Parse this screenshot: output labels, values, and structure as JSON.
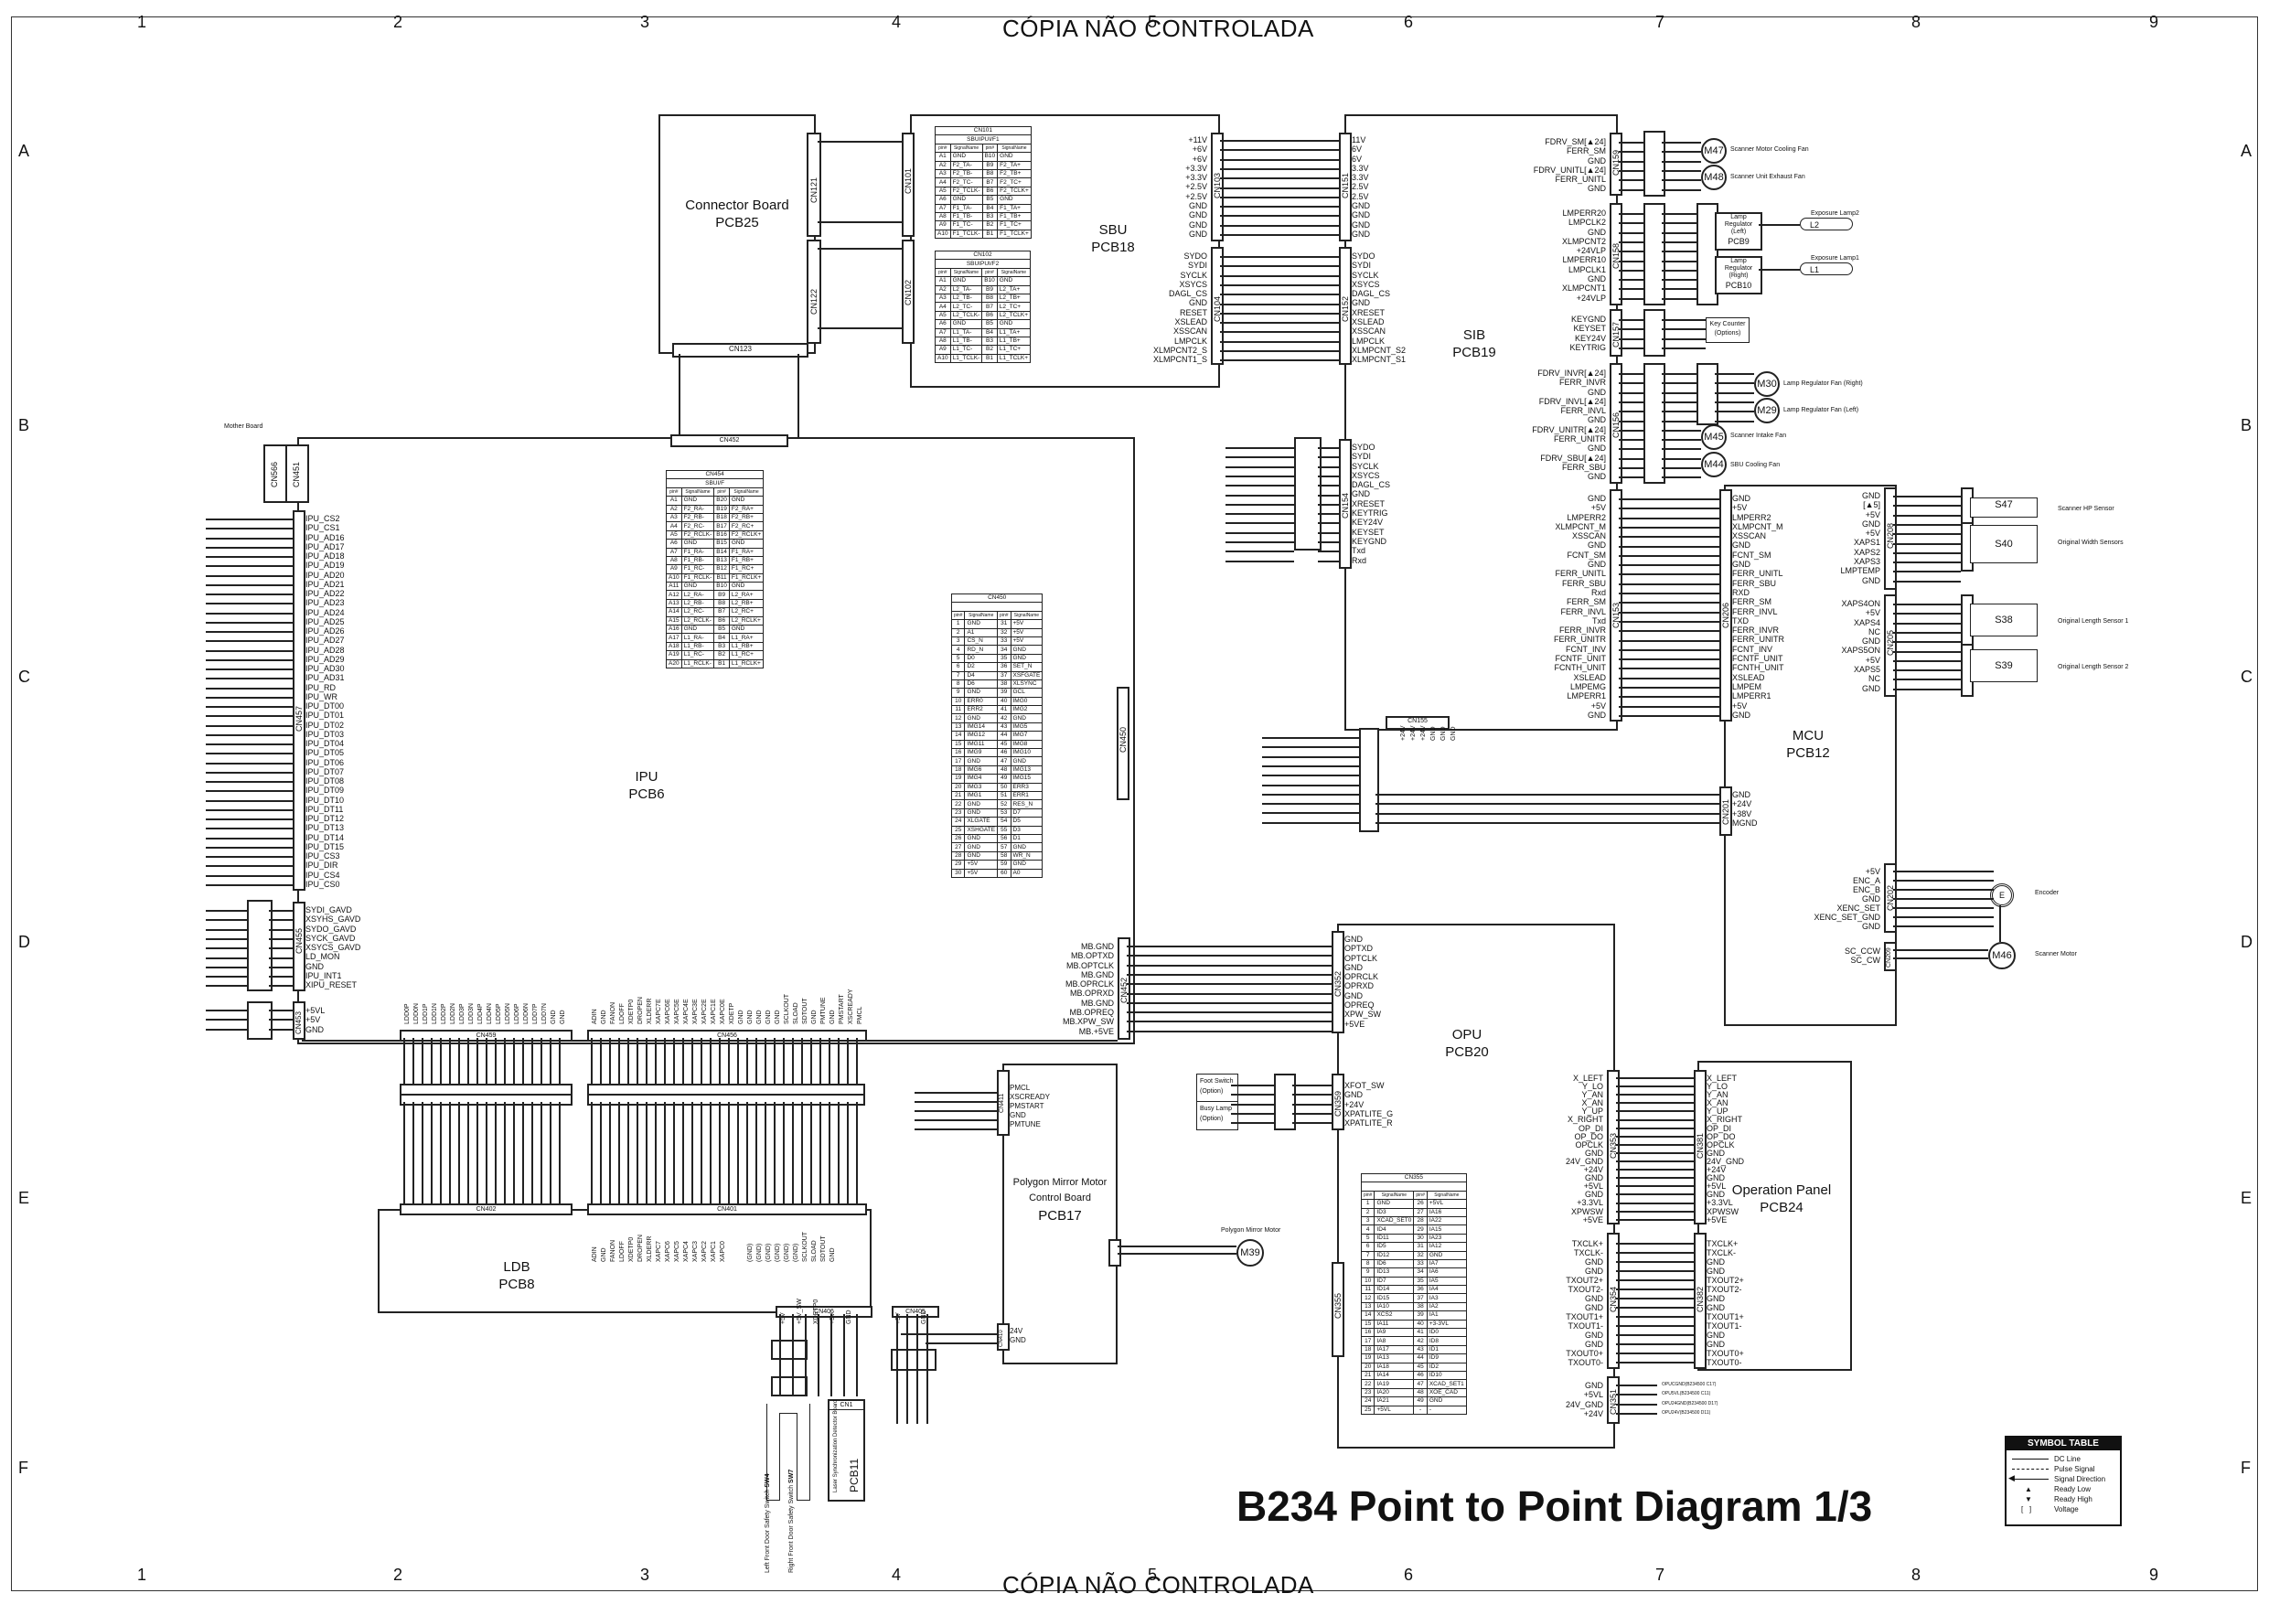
{
  "header": {
    "top_label": "CÓPIA NÃO CONTROLADA",
    "bottom_label": "CÓPIA NÃO CONTROLADA"
  },
  "grid": {
    "columns": [
      "1",
      "2",
      "3",
      "4",
      "5",
      "6",
      "7",
      "8",
      "9"
    ],
    "rows": [
      "A",
      "B",
      "C",
      "D",
      "E",
      "F"
    ]
  },
  "title": "B234 Point to Point Diagram 1/3",
  "boards": {
    "pcb25": {
      "name": "Connector Board",
      "id": "PCB25"
    },
    "pcb18": {
      "name": "SBU",
      "id": "PCB18"
    },
    "pcb19": {
      "name": "SIB",
      "id": "PCB19"
    },
    "pcb12": {
      "name": "MCU",
      "id": "PCB12"
    },
    "pcb6": {
      "name": "IPU",
      "id": "PCB6"
    },
    "pcb20": {
      "name": "OPU",
      "id": "PCB20"
    },
    "pcb24": {
      "name": "Operation Panel",
      "id": "PCB24"
    },
    "pcb17": {
      "name": "Polygon Mirror Motor Control Board",
      "id": "PCB17"
    },
    "pcb8": {
      "name": "LDB",
      "id": "PCB8"
    },
    "pcb9": {
      "name": "Lamp Regulator (Left)",
      "id": "PCB9"
    },
    "pcb10": {
      "name": "Lamp Regulator (Right)",
      "id": "PCB10"
    },
    "pcb11": {
      "name": "Laser Synchronization Detector Board",
      "id": "PCB11"
    },
    "mother": {
      "name": "Mother Board"
    }
  },
  "connectors": {
    "cn121": "CN121",
    "cn122": "CN122",
    "cn123": "CN123",
    "cn101": "CN101",
    "cn102": "CN102",
    "cn103": "CN103",
    "cn104": "CN104",
    "cn151": "CN151",
    "cn152": "CN152",
    "cn159": "CN159",
    "cn158": "CN158",
    "cn157": "CN157",
    "cn156": "CN156",
    "cn153": "CN153",
    "cn154": "CN154",
    "cn155": "CN155",
    "cn206": "CN206",
    "cn208": "CN208",
    "cn205": "CN205",
    "cn202": "CN202",
    "cn209": "CN209",
    "cn201": "CN201",
    "cn452": "CN452",
    "cn566": "CN566",
    "cn451": "CN451",
    "cn457": "CN457",
    "cn455": "CN455",
    "cn453": "CN453",
    "cn454": "CN454",
    "cn450": "CN450",
    "cn459": "CN459",
    "cn456": "CN456",
    "cn402": "CN402",
    "cn401": "CN401",
    "cn411": "CN411",
    "cn406": "CN406",
    "cn405": "CN405",
    "cn410": "CN410",
    "cn1": "CN1",
    "cn352": "CN352",
    "cn359": "CN359",
    "cn353": "CN353",
    "cn354": "CN354",
    "cn351": "CN351",
    "cn381": "CN381",
    "cn382": "CN382",
    "cn355": "CN355",
    "cn455b": "CN455"
  },
  "cn101_table": {
    "title": "CN101",
    "subtitle": "SBUIPUI/F1",
    "headers": [
      "pin#",
      "SignalName",
      "pin#",
      "SignalName"
    ],
    "rows": [
      [
        "A1",
        "GND",
        "B10",
        "GND"
      ],
      [
        "A2",
        "F2_TA-",
        "B9",
        "F2_TA+"
      ],
      [
        "A3",
        "F2_TB-",
        "B8",
        "F2_TB+"
      ],
      [
        "A4",
        "F2_TC-",
        "B7",
        "F2_TC+"
      ],
      [
        "A5",
        "F2_TCLK-",
        "B6",
        "F2_TCLK+"
      ],
      [
        "A6",
        "GND",
        "B5",
        "GND"
      ],
      [
        "A7",
        "F1_TA-",
        "B4",
        "F1_TA+"
      ],
      [
        "A8",
        "F1_TB-",
        "B3",
        "F1_TB+"
      ],
      [
        "A9",
        "F1_TC-",
        "B2",
        "F1_TC+"
      ],
      [
        "A10",
        "F1_TCLK-",
        "B1",
        "F1_TCLK+"
      ]
    ]
  },
  "cn102_table": {
    "title": "CN102",
    "subtitle": "SBUIPUI/F2",
    "headers": [
      "pin#",
      "SignalName",
      "pin#",
      "SignalName"
    ],
    "rows": [
      [
        "A1",
        "GND",
        "B10",
        "GND"
      ],
      [
        "A2",
        "L2_TA-",
        "B9",
        "L2_TA+"
      ],
      [
        "A3",
        "L2_TB-",
        "B8",
        "L2_TB+"
      ],
      [
        "A4",
        "L2_TC-",
        "B7",
        "L2_TC+"
      ],
      [
        "A5",
        "L2_TCLK-",
        "B6",
        "L2_TCLK+"
      ],
      [
        "A6",
        "GND",
        "B5",
        "GND"
      ],
      [
        "A7",
        "L1_TA-",
        "B4",
        "L1_TA+"
      ],
      [
        "A8",
        "L1_TB-",
        "B3",
        "L1_TB+"
      ],
      [
        "A9",
        "L1_TC-",
        "B2",
        "L1_TC+"
      ],
      [
        "A10",
        "L1_TCLK-",
        "B1",
        "L1_TCLK+"
      ]
    ]
  },
  "cn454_table": {
    "title": "CN454",
    "subtitle": "SBUI/F",
    "headers": [
      "pin#",
      "SignalName",
      "pin#",
      "SignalName"
    ],
    "rows": [
      [
        "A1",
        "GND",
        "B20",
        "GND"
      ],
      [
        "A2",
        "F2_RA-",
        "B19",
        "F2_RA+"
      ],
      [
        "A3",
        "F2_RB-",
        "B18",
        "F2_RB+"
      ],
      [
        "A4",
        "F2_RC-",
        "B17",
        "F2_RC+"
      ],
      [
        "A5",
        "F2_RCLK-",
        "B16",
        "F2_RCLK+"
      ],
      [
        "A6",
        "GND",
        "B15",
        "GND"
      ],
      [
        "A7",
        "F1_RA-",
        "B14",
        "F1_RA+"
      ],
      [
        "A8",
        "F1_RB-",
        "B13",
        "F1_RB+"
      ],
      [
        "A9",
        "F1_RC-",
        "B12",
        "F1_RC+"
      ],
      [
        "A10",
        "F1_RCLK-",
        "B11",
        "F1_RCLK+"
      ],
      [
        "A11",
        "GND",
        "B10",
        "GND"
      ],
      [
        "A12",
        "L2_RA-",
        "B9",
        "L2_RA+"
      ],
      [
        "A13",
        "L2_RB-",
        "B8",
        "L2_RB+"
      ],
      [
        "A14",
        "L2_RC-",
        "B7",
        "L2_RC+"
      ],
      [
        "A15",
        "L2_RCLK-",
        "B6",
        "L2_RCLK+"
      ],
      [
        "A16",
        "GND",
        "B5",
        "GND"
      ],
      [
        "A17",
        "L1_RA-",
        "B4",
        "L1_RA+"
      ],
      [
        "A18",
        "L1_RB-",
        "B3",
        "L1_RB+"
      ],
      [
        "A19",
        "L1_RC-",
        "B2",
        "L1_RC+"
      ],
      [
        "A20",
        "L1_RCLK-",
        "B1",
        "L1_RCLK+"
      ]
    ]
  },
  "cn450_table": {
    "title": "CN450",
    "headers": [
      "pin#",
      "SignalName",
      "pin#",
      "SignalName"
    ],
    "rows": [
      [
        "1",
        "GND",
        "31",
        "+5V"
      ],
      [
        "2",
        "A1",
        "32",
        "+5V"
      ],
      [
        "3",
        "CS_N",
        "33",
        "+5V"
      ],
      [
        "4",
        "RD_N",
        "34",
        "GND"
      ],
      [
        "5",
        "D0",
        "35",
        "GND"
      ],
      [
        "6",
        "D2",
        "36",
        "SET_N"
      ],
      [
        "7",
        "D4",
        "37",
        "XSFGATE"
      ],
      [
        "8",
        "D6",
        "38",
        "XLSYNC"
      ],
      [
        "9",
        "GND",
        "39",
        "GCL"
      ],
      [
        "10",
        "ERR0",
        "40",
        "IMG0"
      ],
      [
        "11",
        "ERR2",
        "41",
        "IMG2"
      ],
      [
        "12",
        "GND",
        "42",
        "GND"
      ],
      [
        "13",
        "IMG14",
        "43",
        "IMG5"
      ],
      [
        "14",
        "IMG12",
        "44",
        "IMG7"
      ],
      [
        "15",
        "IMG11",
        "45",
        "IMG8"
      ],
      [
        "16",
        "IMG9",
        "46",
        "IMG10"
      ],
      [
        "17",
        "GND",
        "47",
        "GND"
      ],
      [
        "18",
        "IMG6",
        "48",
        "IMG13"
      ],
      [
        "19",
        "IMG4",
        "49",
        "IMG15"
      ],
      [
        "20",
        "IMG3",
        "50",
        "ERR3"
      ],
      [
        "21",
        "IMG1",
        "51",
        "ERR1"
      ],
      [
        "22",
        "GND",
        "52",
        "RES_N"
      ],
      [
        "23",
        "GND",
        "53",
        "D7"
      ],
      [
        "24",
        "XLGATE",
        "54",
        "D5"
      ],
      [
        "25",
        "XSHGATE",
        "55",
        "D3"
      ],
      [
        "26",
        "GND",
        "56",
        "D1"
      ],
      [
        "27",
        "GND",
        "57",
        "GND"
      ],
      [
        "28",
        "GND",
        "58",
        "WR_N"
      ],
      [
        "29",
        "+5V",
        "59",
        "GND"
      ],
      [
        "30",
        "+5V",
        "60",
        "A0"
      ]
    ]
  },
  "cn355_table": {
    "title": "CN355",
    "headers": [
      "pin#",
      "SignalName",
      "pin#",
      "SignalName"
    ],
    "rows": [
      [
        "1",
        "GND",
        "26",
        "+5VL"
      ],
      [
        "2",
        "ID3",
        "27",
        "IA16"
      ],
      [
        "3",
        "XCAD_SET0",
        "28",
        "IA22"
      ],
      [
        "4",
        "ID4",
        "29",
        "IA15"
      ],
      [
        "5",
        "ID11",
        "30",
        "IA23"
      ],
      [
        "6",
        "ID5",
        "31",
        "IA12"
      ],
      [
        "7",
        "ID12",
        "32",
        "GND"
      ],
      [
        "8",
        "ID6",
        "33",
        "IA7"
      ],
      [
        "9",
        "ID13",
        "34",
        "IA6"
      ],
      [
        "10",
        "ID7",
        "35",
        "IA5"
      ],
      [
        "11",
        "ID14",
        "36",
        "IA4"
      ],
      [
        "12",
        "ID15",
        "37",
        "IA3"
      ],
      [
        "13",
        "IA10",
        "38",
        "IA2"
      ],
      [
        "14",
        "XCS2",
        "39",
        "IA1"
      ],
      [
        "15",
        "IA11",
        "40",
        "+3-3VL"
      ],
      [
        "16",
        "IA9",
        "41",
        "ID0"
      ],
      [
        "17",
        "IA8",
        "42",
        "ID8"
      ],
      [
        "18",
        "IA17",
        "43",
        "ID1"
      ],
      [
        "19",
        "IA13",
        "44",
        "ID9"
      ],
      [
        "20",
        "IA18",
        "45",
        "ID2"
      ],
      [
        "21",
        "IA14",
        "46",
        "ID10"
      ],
      [
        "22",
        "IA19",
        "47",
        "XCAD_SET1"
      ],
      [
        "23",
        "IA20",
        "48",
        "XOE_CAD"
      ],
      [
        "24",
        "IA21",
        "49",
        "GND"
      ],
      [
        "25",
        "+5VL",
        "-",
        "-"
      ]
    ]
  },
  "signals": {
    "cn103": [
      "+11V",
      "+6V",
      "+6V",
      "+3.3V",
      "+3.3V",
      "+2.5V",
      "+2.5V",
      "GND",
      "GND",
      "GND",
      "GND"
    ],
    "cn104": [
      "SYDO",
      "SYDI",
      "SYCLK",
      "XSYCS",
      "DAGL_CS",
      "GND",
      "RESET",
      "XSLEAD",
      "XSSCAN",
      "LMPCLK",
      "XLMPCNT2_S",
      "XLMPCNT1_S"
    ],
    "cn151": [
      "11V",
      "6V",
      "6V",
      "3.3V",
      "3.3V",
      "2.5V",
      "2.5V",
      "GND",
      "GND",
      "GND",
      "GND"
    ],
    "cn152": [
      "SYDO",
      "SYDI",
      "SYCLK",
      "XSYCS",
      "DAGL_CS",
      "GND",
      "XRESET",
      "XSLEAD",
      "XSSCAN",
      "LMPCLK",
      "XLMPCNT_S2",
      "XLMPCNT_S1"
    ],
    "cn159": [
      "FDRV_SM[▲24]",
      "FERR_SM",
      "GND",
      "FDRV_UNITL[▲24]",
      "FERR_UNITL",
      "GND"
    ],
    "cn158": [
      "LMPERR20",
      "LMPCLK2",
      "GND",
      "XLMPCNT2",
      "+24VLP",
      "LMPERR10",
      "LMPCLK1",
      "GND",
      "XLMPCNT1",
      "+24VLP"
    ],
    "cn157": [
      "KEYGND",
      "KEYSET",
      "KEY24V",
      "KEYTRIG"
    ],
    "cn156": [
      "FDRV_INVR[▲24]",
      "FERR_INVR",
      "GND",
      "FDRV_INVL[▲24]",
      "FERR_INVL",
      "GND",
      "FDRV_UNITR[▲24]",
      "FERR_UNITR",
      "GND",
      "FDRV_SBU[▲24]",
      "FERR_SBU",
      "GND"
    ],
    "cn154": [
      "SYDO",
      "SYDI",
      "SYCLK",
      "XSYCS",
      "DAGL_CS",
      "GND",
      "XRESET",
      "KEYTRIG",
      "KEY24V",
      "KEYSET",
      "KEYGND",
      "Txd",
      "Rxd"
    ],
    "cn153": [
      "GND",
      "+5V",
      "LMPERR2",
      "XLMPCNT_M",
      "XSSCAN",
      "GND",
      "FCNT_SM",
      "GND",
      "FERR_UNITL",
      "FERR_SBU",
      "Rxd",
      "FERR_SM",
      "FERR_INVL",
      "Txd",
      "FERR_INVR",
      "FERR_UNITR",
      "FCNT_INV",
      "FCNTF_UNIT",
      "FCNTH_UNIT",
      "XSLEAD",
      "LMPEMG",
      "LMPERR1",
      "+5V",
      "GND"
    ],
    "cn206": [
      "GND",
      "+5V",
      "LMPERR2",
      "XLMPCNT_M",
      "XSSCAN",
      "GND",
      "FCNT_SM",
      "GND",
      "FERR_UNITL",
      "FERR_SBU",
      "RXD",
      "FERR_SM",
      "FERR_INVL",
      "TXD",
      "FERR_INVR",
      "FERR_UNITR",
      "FCNT_INV",
      "FCNTF_UNIT",
      "FCNTH_UNIT",
      "XSLEAD",
      "LMPEM",
      "LMPERR1",
      "+5V",
      "GND"
    ],
    "cn155": [
      "+24V",
      "+24V",
      "+24V",
      "GND",
      "GND",
      "GND"
    ],
    "cn201": [
      "GND",
      "+24V",
      "+38V",
      "MGND"
    ],
    "cn208": [
      "GND",
      "[▲5]",
      "+5V",
      "GND",
      "+5V",
      "XAPS1",
      "XAPS2",
      "XAPS3",
      "LMPTEMP",
      "GND"
    ],
    "cn205": [
      "XAPS4ON",
      "+5V",
      "XAPS4",
      "NC",
      "GND",
      "XAPS5ON",
      "+5V",
      "XAPS5",
      "NC",
      "GND"
    ],
    "cn202": [
      "+5V",
      "ENC_A",
      "ENC_B",
      "GND",
      "XENC_SET",
      "XENC_SET_GND",
      "GND"
    ],
    "cn209": [
      "SC_CCW",
      "SC_CW"
    ],
    "cn457": [
      "IPU_CS2",
      "IPU_CS1",
      "IPU_AD16",
      "IPU_AD17",
      "IPU_AD18",
      "IPU_AD19",
      "IPU_AD20",
      "IPU_AD21",
      "IPU_AD22",
      "IPU_AD23",
      "IPU_AD24",
      "IPU_AD25",
      "IPU_AD26",
      "IPU_AD27",
      "IPU_AD28",
      "IPU_AD29",
      "IPU_AD30",
      "IPU_AD31",
      "IPU_RD",
      "IPU_WR",
      "IPU_DT00",
      "IPU_DT01",
      "IPU_DT02",
      "IPU_DT03",
      "IPU_DT04",
      "IPU_DT05",
      "IPU_DT06",
      "IPU_DT07",
      "IPU_DT08",
      "IPU_DT09",
      "IPU_DT10",
      "IPU_DT11",
      "IPU_DT12",
      "IPU_DT13",
      "IPU_DT14",
      "IPU_DT15",
      "IPU_CS3",
      "IPU_DIR",
      "IPU_CS4",
      "IPU_CS0"
    ],
    "cn455": [
      "SYDI_GAVD",
      "XSYHS_GAVD",
      "SYDO_GAVD",
      "SYCK_GAVD",
      "XSYCS_GAVD",
      "LD_MON",
      "GND",
      "IPU_INT1",
      "XIPU_RESET"
    ],
    "cn453": [
      "+5VL",
      "+5V",
      "GND"
    ],
    "cn452_ipu": [
      "MB.GND",
      "MB.OPTXD",
      "MB.OPTCLK",
      "MB.GND",
      "MB.OPRCLK",
      "MB.OPRXD",
      "MB.GND",
      "MB.OPREQ",
      "MB.XPW_SW",
      "MB.+5VE"
    ],
    "cn352": [
      "GND",
      "OPTXD",
      "OPTCLK",
      "GND",
      "OPRCLK",
      "OPRXD",
      "GND",
      "OPREQ",
      "XPW_SW",
      "+5VE"
    ],
    "cn359": [
      "XFOT_SW",
      "GND",
      "+24V",
      "XPATLITE_G",
      "XPATLITE_R"
    ],
    "cn353": [
      "X_LEFT",
      "Y_LO",
      "Y_AN",
      "X_AN",
      "Y_UP",
      "X_RIGHT",
      "OP_DI",
      "OP_DO",
      "OPCLK",
      "GND",
      "24V_GND",
      "+24V",
      "GND",
      "+5VL",
      "GND",
      "+3.3VL",
      "XPWSW",
      "+5VE"
    ],
    "cn354": [
      "TXCLK+",
      "TXCLK-",
      "GND",
      "GND",
      "TXOUT2+",
      "TXOUT2-",
      "GND",
      "GND",
      "TXOUT1+",
      "TXOUT1-",
      "GND",
      "GND",
      "TXOUT0+",
      "TXOUT0-"
    ],
    "cn351": [
      "GND",
      "+5VL",
      "24V_GND",
      "+24V"
    ],
    "cn411": [
      "PMCL",
      "XSCREADY",
      "PMSTART",
      "GND",
      "PMTUNE"
    ],
    "cn410": [
      "24V",
      "GND"
    ],
    "cn459": [
      "LDD0P",
      "LDD0N",
      "LDD1P",
      "LDD1N",
      "LDD2P",
      "LDD2N",
      "LDD3P",
      "LDD3N",
      "LDD4P",
      "LDD4N",
      "LDD5P",
      "LDD5N",
      "LDD6P",
      "LDD6N",
      "LDD7P",
      "LDD7N",
      "GND",
      "GND"
    ],
    "cn456": [
      "ADIN",
      "GND",
      "FANON",
      "LDOFF",
      "XDETP0",
      "DROPEN",
      "XLDERR",
      "XAPC7E",
      "XAPC6E",
      "XAPC5E",
      "XAPC4E",
      "XAPC3E",
      "XAPC2E",
      "XAPC1E",
      "XAPC0E",
      "XDETP",
      "GND",
      "GND",
      "GND",
      "GND",
      "GND",
      "SCLKOUT",
      "SLOAD",
      "SDTOUT",
      "GND",
      "PMTUNE",
      "GND",
      "PMSTART",
      "XSCREADY",
      "PMCL"
    ],
    "cn401": [
      "ADIN",
      "GND",
      "FANON",
      "LDOFF",
      "XDETP0",
      "DROPEN",
      "XLDERR",
      "XAPC7",
      "XAPC6",
      "XAPC5",
      "XAPC4",
      "XAPC3",
      "XAPC2",
      "XAPC1",
      "XAPC0",
      "(GND)",
      "(GND)",
      "(GND)",
      "(GND)",
      "(GND)",
      "(GND)",
      "SCLKOUT",
      "SLOAD",
      "SDTOUT",
      "GND"
    ],
    "cn406": [
      "+5V",
      "+5V_SW",
      "XDETP0",
      "+5V",
      "GND"
    ],
    "cn405": [
      "+5V",
      "GND"
    ]
  },
  "devices": {
    "m47": {
      "id": "M47",
      "label": "Scanner Motor Cooling Fan"
    },
    "m48": {
      "id": "M48",
      "label": "Scanner Unit Exhaust Fan"
    },
    "l2": {
      "id": "L2",
      "label": "Exposure Lamp2"
    },
    "l1": {
      "id": "L1",
      "label": "Exposure Lamp1"
    },
    "key_counter": {
      "label": "Key Counter",
      "sub": "(Options)"
    },
    "m30": {
      "id": "M30",
      "label": "Lamp Regulator Fan (Right)"
    },
    "m29": {
      "id": "M29",
      "label": "Lamp Regulator Fan (Left)"
    },
    "m45": {
      "id": "M45",
      "label": "Scanner Intake Fan"
    },
    "m44": {
      "id": "M44",
      "label": "SBU Cooling Fan"
    },
    "s47": {
      "id": "S47",
      "label": "Scanner HP Sensor"
    },
    "s40": {
      "id": "S40",
      "label": "Original Width Sensors"
    },
    "s38": {
      "id": "S38",
      "label": "Original Length Sensor 1"
    },
    "s39": {
      "id": "S39",
      "label": "Original Length Sensor 2"
    },
    "encoder": {
      "id": "E",
      "label": "Encoder"
    },
    "m46": {
      "id": "M46",
      "label": "Scanner Motor"
    },
    "m39": {
      "id": "M39",
      "label": "Polygon Mirror Motor"
    },
    "foot_switch": {
      "label": "Foot Switch",
      "sub": "(Option)"
    },
    "busy_lamp": {
      "label": "Busy Lamp",
      "sub": "(Option)"
    },
    "sw4": {
      "id": "SW4",
      "label": "Left Front Door Safety Switch"
    },
    "sw7": {
      "id": "SW7",
      "label": "Right Front Door Safety Switch"
    }
  },
  "opu_notes": [
    "OPUCGND(B234500 C17)",
    "OPU5VL(B234500 C11)",
    "OPU24GND(B234500 D17)",
    "OPU24V(B234500 D11)"
  ],
  "legend": {
    "title": "SYMBOL TABLE",
    "items": [
      {
        "symbol": "solid-line",
        "label": "DC Line"
      },
      {
        "symbol": "dashed-line",
        "label": "Pulse Signal"
      },
      {
        "symbol": "arrow-line",
        "label": "Signal Direction"
      },
      {
        "symbol": "triangle-up",
        "label": "Ready Low"
      },
      {
        "symbol": "triangle-down",
        "label": "Ready High"
      },
      {
        "symbol": "brackets",
        "label": "Voltage"
      }
    ]
  }
}
